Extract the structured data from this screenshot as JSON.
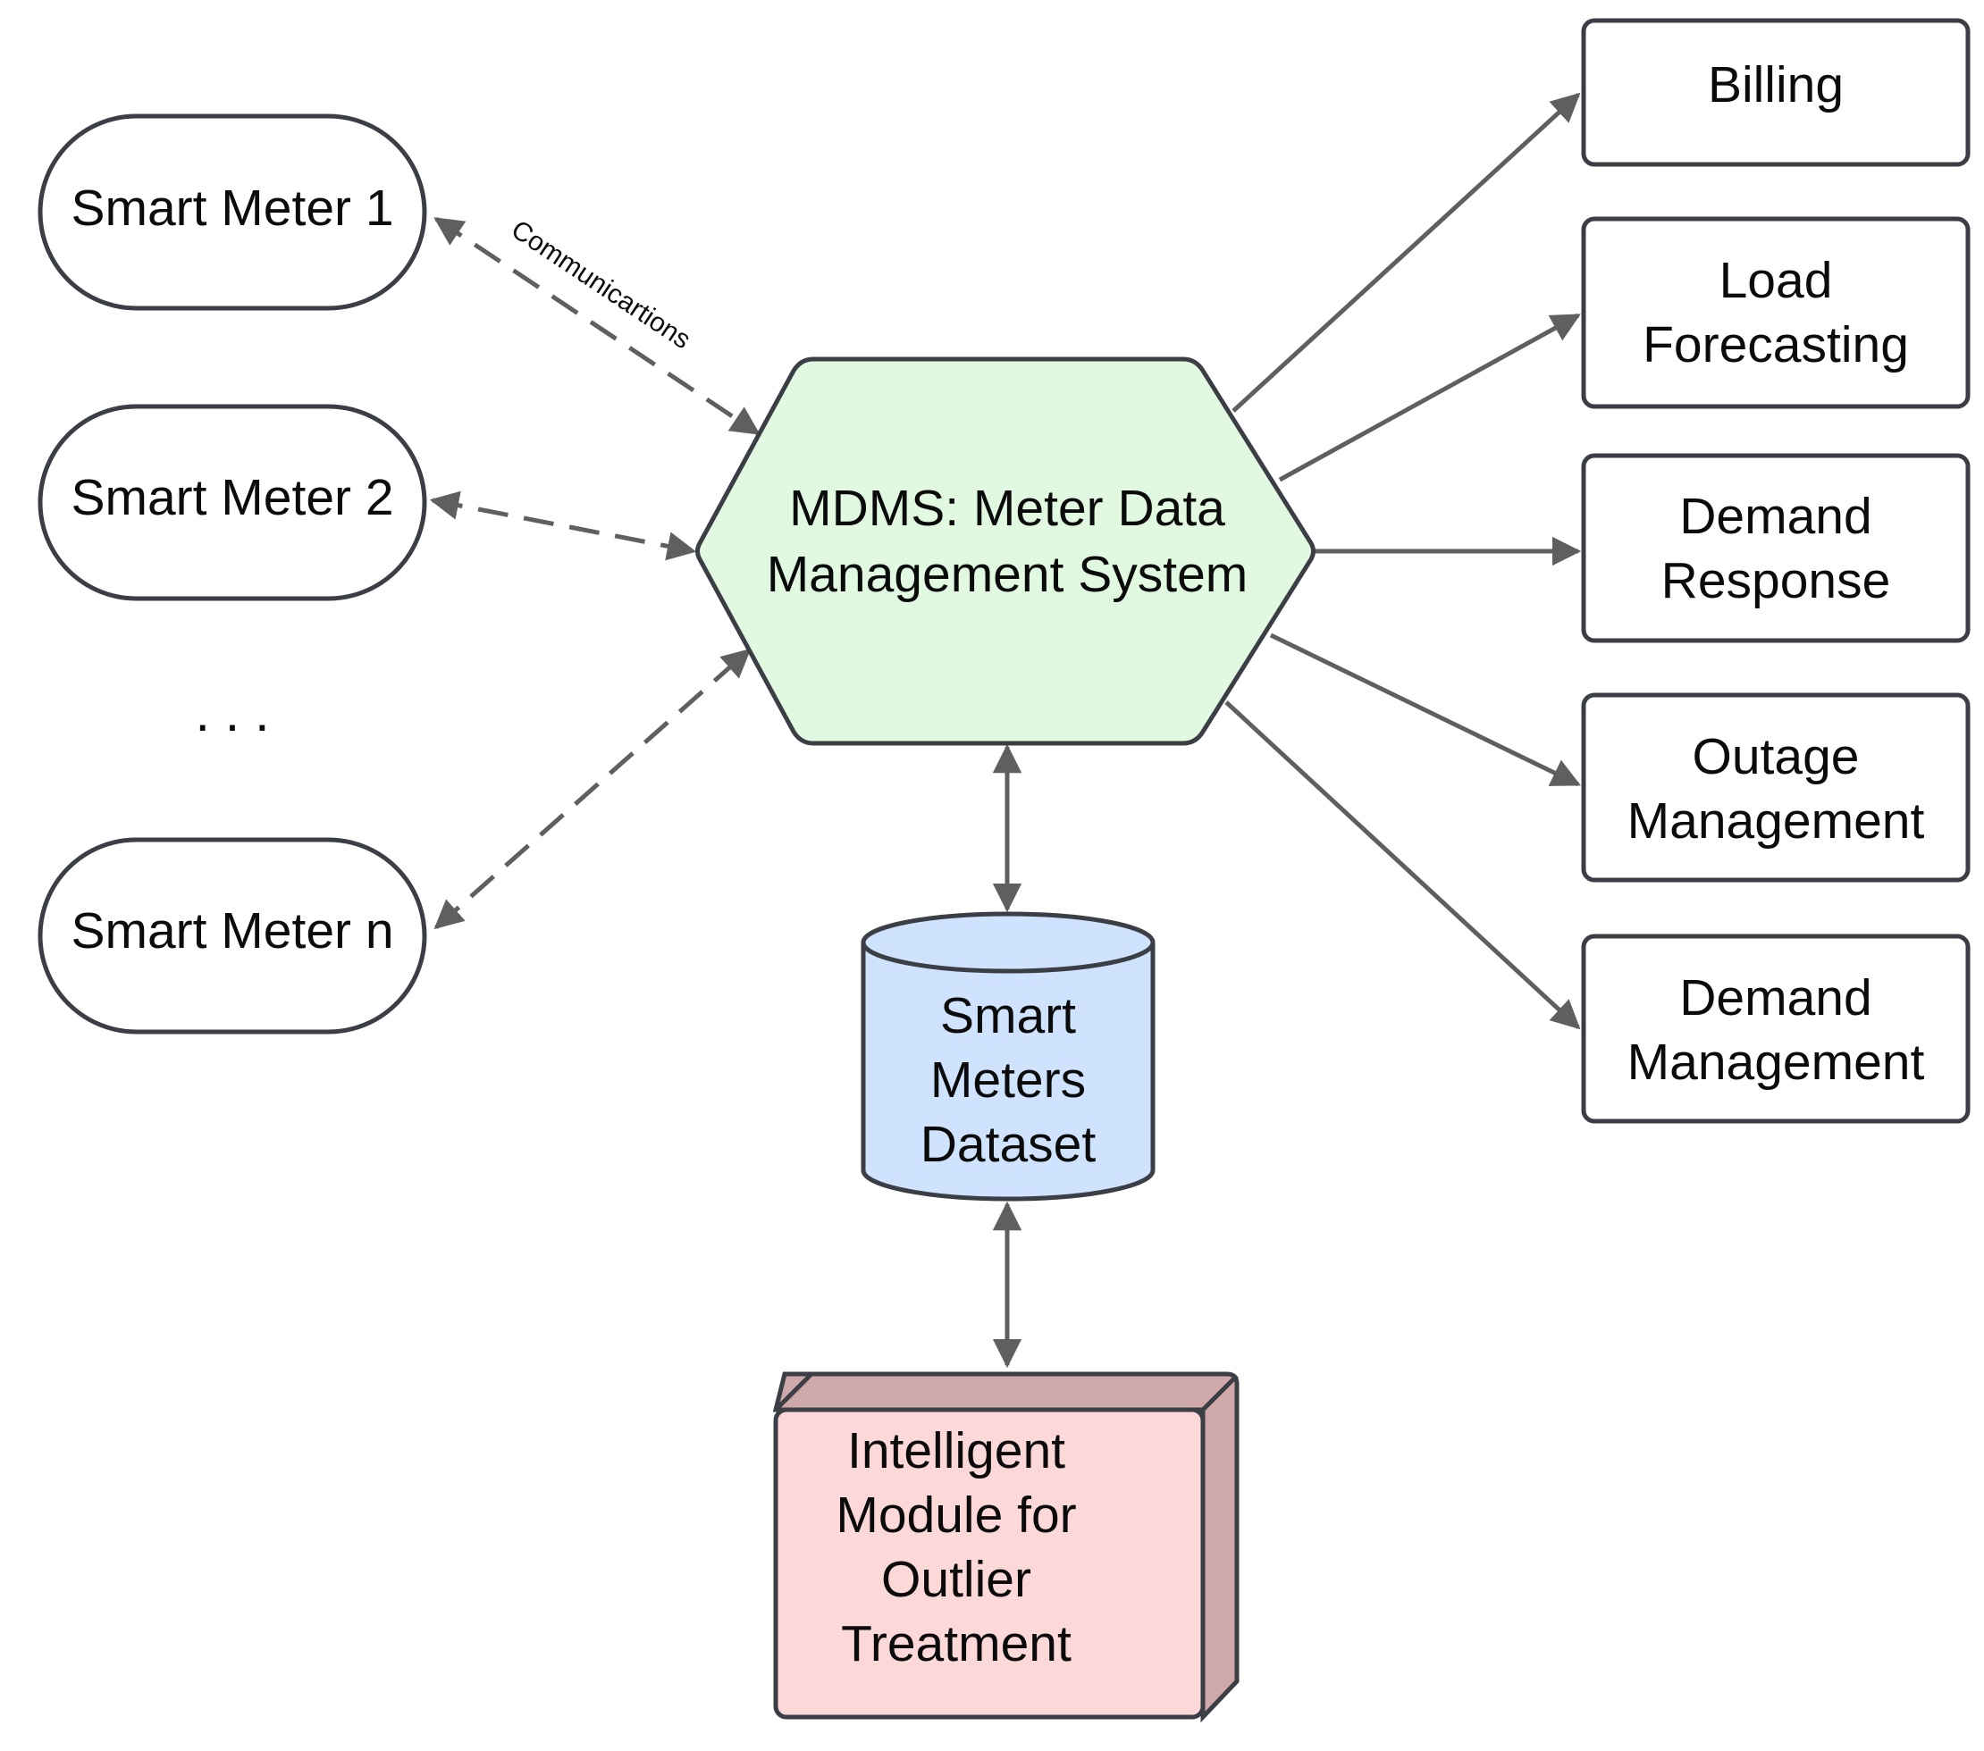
{
  "diagram": {
    "smart_meters": [
      {
        "label": "Smart Meter 1"
      },
      {
        "label": "Smart Meter 2"
      },
      {
        "label": "Smart Meter n"
      }
    ],
    "ellipsis": ". . .",
    "communication_label": "Communicartions",
    "mdms": {
      "line1": "MDMS: Meter Data",
      "line2": "Management System",
      "fill": "#e2f9e1"
    },
    "dataset": {
      "lines": [
        "Smart",
        "Meters",
        "Dataset"
      ],
      "fill": "#cfe3fe"
    },
    "module": {
      "lines": [
        "Intelligent",
        "Module for",
        "Outlier",
        "Treatment"
      ],
      "fill": "#fdd8d8",
      "side_fill": "#cfa9a9"
    },
    "applications": [
      {
        "lines": [
          "Billing"
        ]
      },
      {
        "lines": [
          "Load",
          "Forecasting"
        ]
      },
      {
        "lines": [
          "Demand",
          "Response"
        ]
      },
      {
        "lines": [
          "Outage",
          "Management"
        ]
      },
      {
        "lines": [
          "Demand",
          "Management"
        ]
      }
    ],
    "colors": {
      "arrow": "#5f5f5f",
      "outline": "#3b3e44",
      "text": "#0b0b0b"
    }
  }
}
